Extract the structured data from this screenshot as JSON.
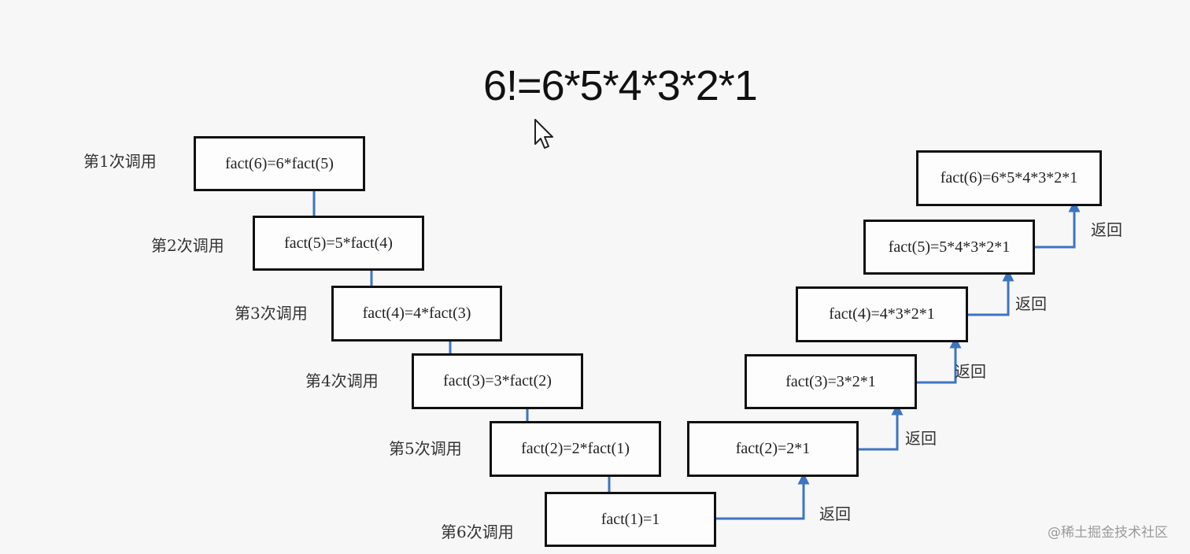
{
  "title": "6!=6*5*4*3*2*1",
  "calls": [
    {
      "label": "第1次调用",
      "expr": "fact(6)=6*fact(5)"
    },
    {
      "label": "第2次调用",
      "expr": "fact(5)=5*fact(4)"
    },
    {
      "label": "第3次调用",
      "expr": "fact(4)=4*fact(3)"
    },
    {
      "label": "第4次调用",
      "expr": "fact(3)=3*fact(2)"
    },
    {
      "label": "第5次调用",
      "expr": "fact(2)=2*fact(1)"
    },
    {
      "label": "第6次调用",
      "expr": "fact(1)=1"
    }
  ],
  "returns": [
    {
      "expr": "fact(2)=2*1",
      "label": "返回"
    },
    {
      "expr": "fact(3)=3*2*1",
      "label": "返回"
    },
    {
      "expr": "fact(4)=4*3*2*1",
      "label": "返回"
    },
    {
      "expr": "fact(5)=5*4*3*2*1",
      "label": "返回"
    },
    {
      "expr": "fact(6)=6*5*4*3*2*1",
      "label": "返回"
    }
  ],
  "arrow_color": "#3c74c2",
  "watermark": "@稀土掘金技术社区",
  "icons": {
    "cursor": "mouse-pointer-icon"
  }
}
